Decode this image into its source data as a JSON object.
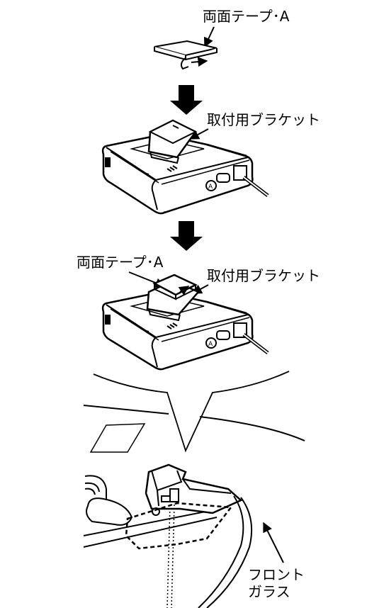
{
  "labels": {
    "tape_a_top": "両面テープ･A",
    "bracket_1": "取付用ブラケット",
    "tape_a_mid": "両面テープ･A",
    "bracket_2": "取付用ブラケット",
    "windshield_line1": "フロント",
    "windshield_line2": "ガラス"
  },
  "colors": {
    "ink": "#000000",
    "paper": "#ffffff"
  }
}
